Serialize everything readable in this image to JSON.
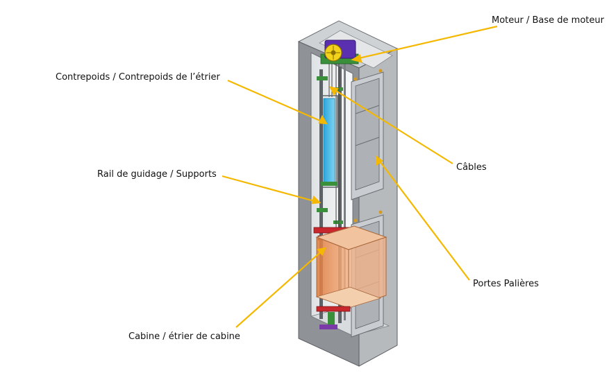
{
  "labels": {
    "motor": "Moteur / Base de moteur",
    "counterweight": "Contrepoids / Contrepoids de l’étrier",
    "rail": "Rail de guidage / Supports",
    "cables": "Câbles",
    "doors": "Portes Palières",
    "cabin": "Cabine / étrier de cabine"
  },
  "colors": {
    "leader_line": "#f5b800",
    "shaft_face": "#8c8f93",
    "shaft_side": "#b9bbbe",
    "shaft_top": "#d4d6d8",
    "inner_back": "#eef0f1",
    "cabin": "#e8935a",
    "counterweight": "#3fb8e6",
    "motor_body": "#5a2fb0",
    "motor_wheel": "#f2d21a",
    "rail_red": "#c8282d",
    "rail_green": "#3a8f3a"
  }
}
